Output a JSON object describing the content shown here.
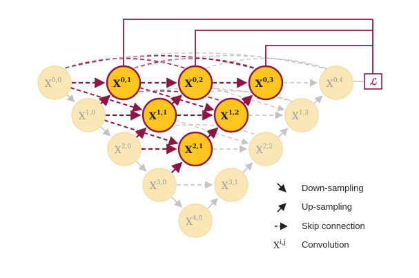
{
  "colors": {
    "node_active_fill": "#ffc51f",
    "node_inactive_fill": "#fbe7b6",
    "node_active_stroke": "#8e1446",
    "node_inactive_stroke": "#f2dca6",
    "label_active": "#1a1a1a",
    "label_inactive": "#9a9a9a",
    "edge_active": "#8e1446",
    "edge_inactive": "#c4c4c4",
    "loss": "#8e1446"
  },
  "nodes": [
    {
      "id": "0,0",
      "label": "X",
      "sup": "0,0",
      "active": false
    },
    {
      "id": "1,0",
      "label": "X",
      "sup": "1,0",
      "active": false
    },
    {
      "id": "2,0",
      "label": "X",
      "sup": "2,0",
      "active": false
    },
    {
      "id": "3,0",
      "label": "X",
      "sup": "3,0",
      "active": false
    },
    {
      "id": "4,0",
      "label": "X",
      "sup": "4,0",
      "active": false
    },
    {
      "id": "0,1",
      "label": "X",
      "sup": "0,1",
      "active": true
    },
    {
      "id": "1,1",
      "label": "X",
      "sup": "1,1",
      "active": true
    },
    {
      "id": "2,1",
      "label": "X",
      "sup": "2,1",
      "active": true
    },
    {
      "id": "3,1",
      "label": "X",
      "sup": "3,1",
      "active": false
    },
    {
      "id": "0,2",
      "label": "X",
      "sup": "0,2",
      "active": true
    },
    {
      "id": "1,2",
      "label": "X",
      "sup": "1,2",
      "active": true
    },
    {
      "id": "2,2",
      "label": "X",
      "sup": "2,2",
      "active": false
    },
    {
      "id": "0,3",
      "label": "X",
      "sup": "0,3",
      "active": true
    },
    {
      "id": "1,3",
      "label": "X",
      "sup": "1,3",
      "active": false
    },
    {
      "id": "0,4",
      "label": "X",
      "sup": "0,4",
      "active": false
    }
  ],
  "loss": {
    "label": "ℒ"
  },
  "legend": [
    {
      "kind": "down",
      "label": "Down-sampling"
    },
    {
      "kind": "up",
      "label": "Up-sampling"
    },
    {
      "kind": "skip",
      "label": "Skip connection"
    },
    {
      "kind": "conv",
      "symbol": "X",
      "sup": "i,j",
      "label": "Convolution"
    }
  ]
}
